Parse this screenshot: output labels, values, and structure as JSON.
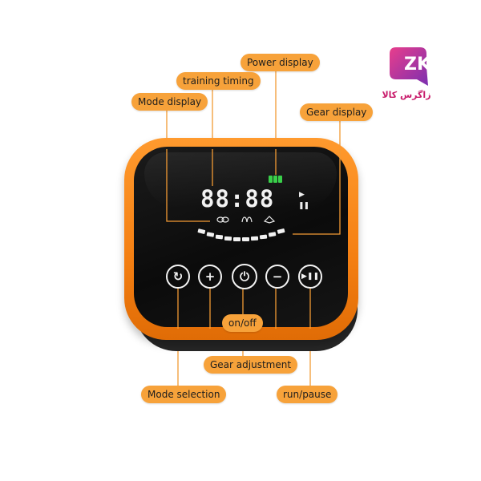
{
  "labels": {
    "power_display": "Power display",
    "training_timing": "training timing",
    "mode_display": "Mode display",
    "gear_display": "Gear display",
    "on_off": "on/off",
    "gear_adjustment": "Gear adjustment",
    "mode_selection": "Mode selection",
    "run_pause": "run/pause"
  },
  "display": {
    "timer": "88:88",
    "play": "▶",
    "pause": "❚❚",
    "mode_icons": [
      "mode-a-icon",
      "mode-b-icon",
      "mode-c-icon"
    ]
  },
  "buttons": [
    {
      "name": "mode-selection-button",
      "icon": "cycle-icon",
      "glyph": "↻"
    },
    {
      "name": "gear-up-button",
      "icon": "plus-icon",
      "glyph": "+"
    },
    {
      "name": "power-button",
      "icon": "power-icon",
      "glyph": "⏻"
    },
    {
      "name": "gear-down-button",
      "icon": "minus-icon",
      "glyph": "−"
    },
    {
      "name": "run-pause-button",
      "icon": "play-pause-icon",
      "glyph": "▶❚❚"
    }
  ],
  "logo": {
    "letters": "ZK",
    "text": "زاگرس کالا"
  },
  "colors": {
    "accent": "#f7a23a",
    "device_orange": "#f47f12",
    "battery_green": "#39d04a",
    "logo_pink": "#c81b6b"
  }
}
